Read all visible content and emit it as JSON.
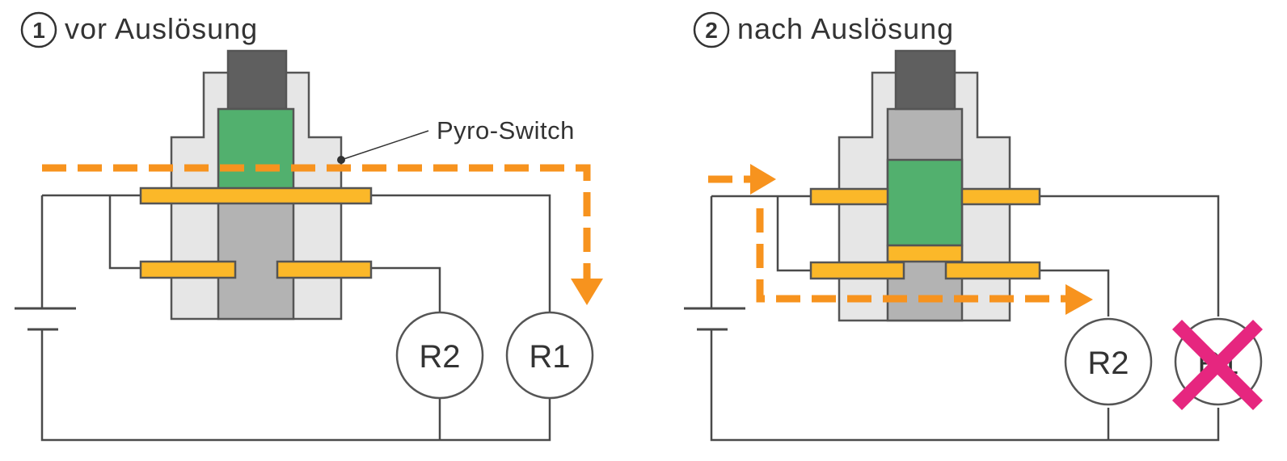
{
  "panels": [
    {
      "step_number": "1",
      "title": "vor Auslösung",
      "callout": "Pyro-Switch",
      "resistors": [
        "R2",
        "R1"
      ]
    },
    {
      "step_number": "2",
      "title": "nach Auslösung",
      "resistors": [
        "R2",
        "R1"
      ],
      "disabled_resistor": "R1"
    }
  ],
  "colors": {
    "housing": "#e6e6e6",
    "actuator": "#5f5f5f",
    "piston": "#52b06e",
    "contact": "#fbb829",
    "current_flow": "#f7931e",
    "cross": "#e6267f"
  }
}
